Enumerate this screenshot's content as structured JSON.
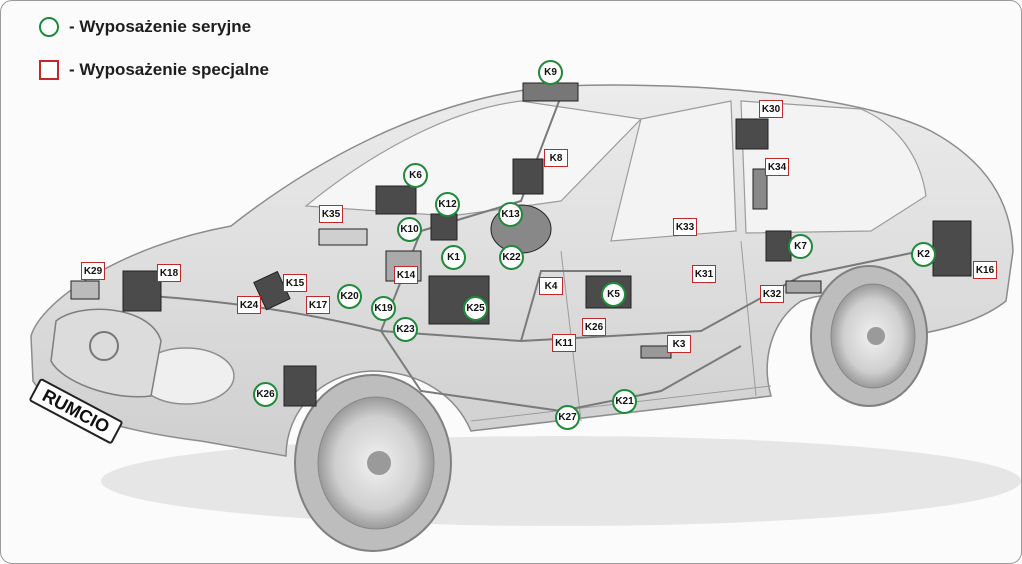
{
  "legend": {
    "serial": "- Wyposażenie seryjne",
    "special": "- Wyposażenie specjalne"
  },
  "colors": {
    "serial": "#1e8a3a",
    "special": "#c0282a"
  },
  "plate": "RUMCIO",
  "callouts": [
    {
      "id": "K1",
      "type": "serial"
    },
    {
      "id": "K2",
      "type": "serial"
    },
    {
      "id": "K3",
      "type": "special"
    },
    {
      "id": "K4",
      "type": "special"
    },
    {
      "id": "K5",
      "type": "serial"
    },
    {
      "id": "K6",
      "type": "serial"
    },
    {
      "id": "K7",
      "type": "serial"
    },
    {
      "id": "K8",
      "type": "special"
    },
    {
      "id": "K9",
      "type": "serial"
    },
    {
      "id": "K10",
      "type": "serial"
    },
    {
      "id": "K11",
      "type": "special"
    },
    {
      "id": "K12",
      "type": "serial"
    },
    {
      "id": "K13",
      "type": "serial"
    },
    {
      "id": "K14",
      "type": "special"
    },
    {
      "id": "K15",
      "type": "special"
    },
    {
      "id": "K16",
      "type": "special"
    },
    {
      "id": "K17",
      "type": "special"
    },
    {
      "id": "K18",
      "type": "special"
    },
    {
      "id": "K19",
      "type": "serial"
    },
    {
      "id": "K20",
      "type": "serial"
    },
    {
      "id": "K21",
      "type": "serial"
    },
    {
      "id": "K22",
      "type": "serial"
    },
    {
      "id": "K23",
      "type": "serial"
    },
    {
      "id": "K24",
      "type": "special"
    },
    {
      "id": "K25",
      "type": "serial"
    },
    {
      "id": "K26",
      "type": "special"
    },
    {
      "id": "K26",
      "type": "serial"
    },
    {
      "id": "K27",
      "type": "serial"
    },
    {
      "id": "K29",
      "type": "special"
    },
    {
      "id": "K30",
      "type": "special"
    },
    {
      "id": "K31",
      "type": "special"
    },
    {
      "id": "K32",
      "type": "special"
    },
    {
      "id": "K33",
      "type": "special"
    },
    {
      "id": "K34",
      "type": "special"
    },
    {
      "id": "K35",
      "type": "special"
    }
  ]
}
